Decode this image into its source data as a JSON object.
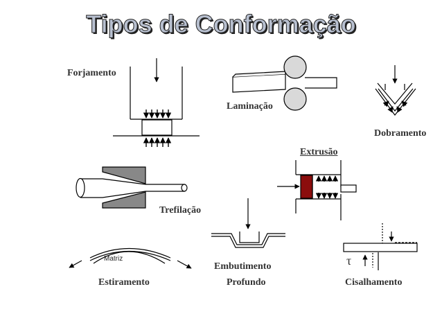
{
  "title": "Tipos de Conformação",
  "labels": {
    "forjamento": "Forjamento",
    "laminacao": "Laminação",
    "dobramento": "Dobramento",
    "extrusao": "Extrusão",
    "trefilacao": "Trefilação",
    "matriz": "Matriz",
    "estiramento": "Estiramento",
    "embutimento": "Embutimento",
    "profundo": "Profundo",
    "cisalhamento": "Cisalhamento",
    "tau": "τ"
  },
  "colors": {
    "billet": "#8b0d0d",
    "roller": "#d9d9d9",
    "die": "#888888"
  }
}
